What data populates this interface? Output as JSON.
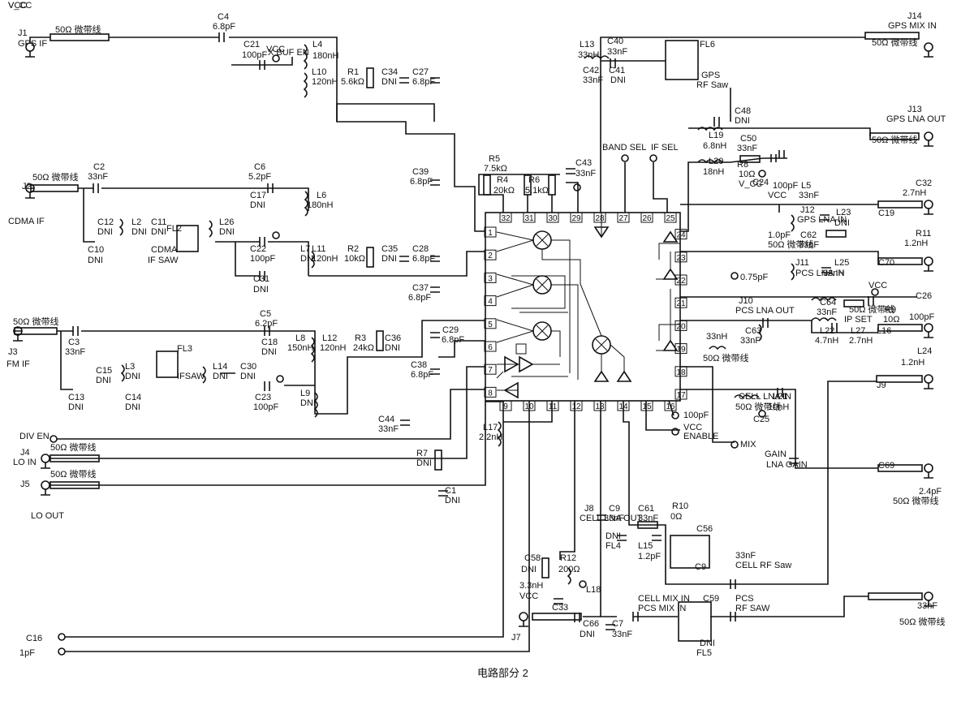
{
  "caption": "电路部分 2",
  "pins": {
    "left": [
      "1",
      "2",
      "3",
      "4",
      "5",
      "6",
      "7",
      "8"
    ],
    "bottom": [
      "9",
      "10",
      "11",
      "12",
      "13",
      "14",
      "15",
      "16"
    ],
    "right": [
      "17",
      "18",
      "19",
      "20",
      "21",
      "22",
      "23",
      "24"
    ],
    "top": [
      "32",
      "31",
      "30",
      "29",
      "28",
      "27",
      "26",
      "25"
    ]
  },
  "labels": [
    "J1",
    "GPS IF",
    "50Ω 微带线",
    "C4",
    "6.8pF",
    "C21",
    "100pF",
    "VCC",
    "L4",
    "180nH",
    "L10",
    "120nH",
    "R1",
    "5.6kΩ",
    "C34",
    "DNI",
    "C27",
    "6.8pF",
    "J2",
    "CDMA IF",
    "50Ω 微带线",
    "C2",
    "33nF",
    "C6",
    "5.2pF",
    "C17",
    "DNI",
    "L6",
    "180nH",
    "C12",
    "DNI",
    "L2",
    "DNI",
    "C11",
    "DNI",
    "FL2",
    "L26",
    "DNI",
    "C10",
    "DNI",
    "CDMA",
    "IF SAW",
    "C22",
    "100pF",
    "L7",
    "DNI",
    "L11",
    "120nH",
    "R2",
    "10kΩ",
    "C35",
    "DNI",
    "C28",
    "6.8pF",
    "C31",
    "DNI",
    "C37",
    "6.8pF",
    "50Ω 微带线",
    "J3",
    "FM IF",
    "C3",
    "33nF",
    "C5",
    "6.2pF",
    "C18",
    "DNI",
    "L8",
    "150nH",
    "L12",
    "120nH",
    "R3",
    "24kΩ",
    "C36",
    "DNI",
    "C29",
    "6.8pF",
    "C15",
    "DNI",
    "L3",
    "DNI",
    "FL3",
    "IFSAW",
    "L14",
    "DNI",
    "C30",
    "DNI",
    "C38",
    "6.8pF",
    "C13",
    "DNI",
    "C14",
    "DNI",
    "C23",
    "100pF",
    "L9",
    "DNI",
    "C44",
    "33nF",
    "L17",
    "2.2nH",
    "J4",
    "LO IN",
    "50Ω 微带线",
    "R7",
    "DNI",
    "J5",
    "LO OUT",
    "50Ω 微带线",
    "C1",
    "DNI",
    "C39",
    "6.8pF",
    "R5",
    "7.5kΩ",
    "R4",
    "20kΩ",
    "R6",
    "5.1kΩ",
    "C43",
    "33nF",
    "BAND SEL",
    "IF SEL",
    "L13",
    "33nH",
    "C40",
    "33nF",
    "C42",
    "33nF",
    "C41",
    "DNI",
    "FL6",
    "GPS",
    "RF Saw",
    "J14",
    "GPS MIX IN",
    "50Ω 微带线",
    "C48",
    "DNI",
    "J13",
    "GPS LNA OUT",
    "50Ω 微带线",
    "L19",
    "6.8nH",
    "C50",
    "33nF",
    "L20",
    "18nH",
    "R8",
    "10Ω",
    "C24",
    "100pF",
    "VCC",
    "L5",
    "33nF",
    "C32",
    "2.7nH",
    "J12",
    "GPS LNA IN",
    "L23",
    "DNI",
    "C19",
    "1.0pF",
    "50Ω 微带线",
    "C62",
    "33nF",
    "R11",
    "1.2nH",
    "J11",
    "PCS LNA IN",
    "L25",
    "33nH",
    "C70",
    "0.75pF",
    "50Ω 微带线",
    "IP SET",
    "R9",
    "10Ω",
    "C26",
    "100pF",
    "J10",
    "PCS LNA OUT",
    "C64",
    "33nF",
    "L22",
    "4.7nH",
    "L27",
    "2.7nH",
    "C63",
    "33nF",
    "L16",
    "33nH",
    "50Ω 微带线",
    "L24",
    "1.2nH",
    "J9",
    "CELL LNA IN",
    "50Ω 微带线",
    "L21",
    "10nH",
    "C25",
    "100pF",
    "VCC",
    "ENABLE",
    "MIX",
    "GAIN",
    "LNA GAIN",
    "C69",
    "2.4pF",
    "50Ω 微带线",
    "J8",
    "CELL LNA OUT",
    "C9",
    "33nF",
    "C61",
    "33nF",
    "R10",
    "0Ω",
    "C56",
    "DNI",
    "FL4",
    "L15",
    "1.2pF",
    "C9",
    "33nF",
    "CELL RF Saw",
    "C58",
    "DNI",
    "R12",
    "200Ω",
    "L18",
    "3.3nH",
    "VCC",
    "C33",
    "33nF",
    "50Ω 微带线",
    "J7",
    "CELL MIX IN",
    "PCS MIX IN",
    "C59",
    "DNI",
    "FL5",
    "PCS",
    "RF SAW",
    "C66",
    "DNI",
    "C7",
    "33nF",
    "C16",
    "1pF",
    "DIV EN",
    "X BUF EN",
    "V_CC",
    "VCC",
    "VCC",
    "V_CC"
  ]
}
